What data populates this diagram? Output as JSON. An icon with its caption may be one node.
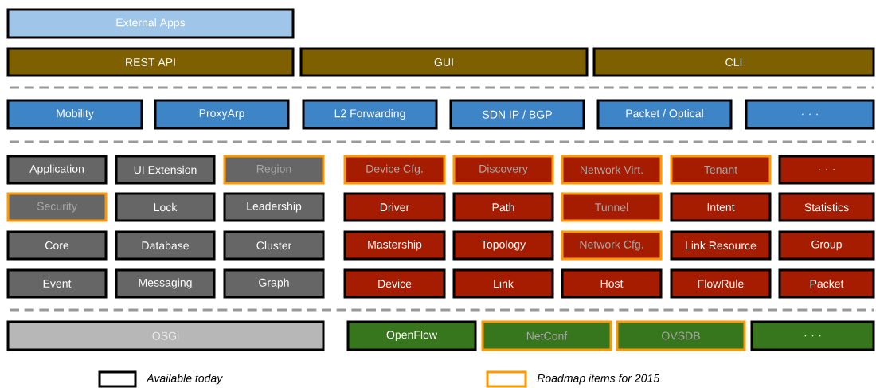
{
  "diagram": {
    "nodes": [
      {
        "text": [
          "External Apps"
        ]
      },
      {
        "text": [
          "REST API"
        ]
      },
      {
        "text": [
          "GUI"
        ]
      },
      {
        "text": [
          "CLI"
        ]
      },
      {
        "text": [
          "Mobility"
        ]
      },
      {
        "text": [
          "ProxyArp"
        ]
      },
      {
        "text": [
          "L2 Forwarding"
        ]
      },
      {
        "text": [
          "SDN IP / BGP"
        ]
      },
      {
        "text": [
          "Packet / Optical"
        ]
      },
      {
        "text": [
          ". . ."
        ]
      },
      {
        "text": [
          "Application"
        ]
      },
      {
        "text": [
          "UI Extension"
        ]
      },
      {
        "text": [
          "Region"
        ]
      },
      {
        "text": [
          "Device Cfg."
        ]
      },
      {
        "text": [
          "Discovery"
        ]
      },
      {
        "text": [
          "Network Virt."
        ]
      },
      {
        "text": [
          "Tenant"
        ]
      },
      {
        "text": [
          ". . ."
        ]
      },
      {
        "text": [
          "Security"
        ]
      },
      {
        "text": [
          "Lock"
        ]
      },
      {
        "text": [
          "Leadership"
        ]
      },
      {
        "text": [
          "Driver"
        ]
      },
      {
        "text": [
          "Path"
        ]
      },
      {
        "text": [
          "Tunnel"
        ]
      },
      {
        "text": [
          "Intent"
        ]
      },
      {
        "text": [
          "Statistics"
        ]
      },
      {
        "text": [
          "Core"
        ]
      },
      {
        "text": [
          "Database"
        ]
      },
      {
        "text": [
          "Cluster"
        ]
      },
      {
        "text": [
          "Mastership"
        ]
      },
      {
        "text": [
          "Topology"
        ]
      },
      {
        "text": [
          "Network Cfg."
        ]
      },
      {
        "text": [
          "Link Resource"
        ]
      },
      {
        "text": [
          "Group"
        ]
      },
      {
        "text": [
          "Event"
        ]
      },
      {
        "text": [
          "Messaging"
        ]
      },
      {
        "text": [
          "Graph"
        ]
      },
      {
        "text": [
          "Device"
        ]
      },
      {
        "text": [
          "Link"
        ]
      },
      {
        "text": [
          "Host"
        ]
      },
      {
        "text": [
          "FlowRule"
        ]
      },
      {
        "text": [
          "Packet"
        ]
      },
      {
        "text": [
          "OSGi"
        ]
      },
      {
        "text": [
          "OpenFlow"
        ]
      },
      {
        "text": [
          "NetConf"
        ]
      },
      {
        "text": [
          "OVSDB"
        ]
      },
      {
        "text": [
          ". . ."
        ]
      }
    ],
    "legend": [
      {
        "text": "Available today"
      },
      {
        "text": "Roadmap items for 2015"
      }
    ]
  }
}
